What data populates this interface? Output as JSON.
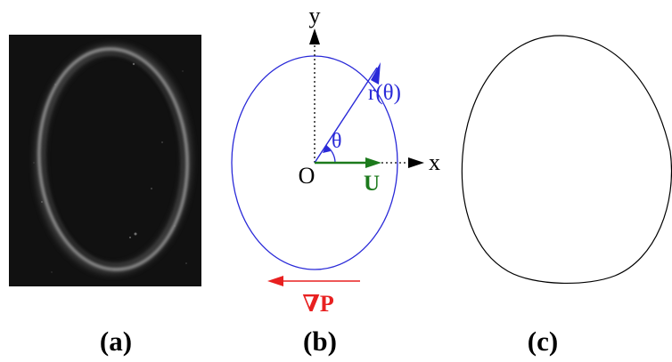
{
  "panels": {
    "a": {
      "label": "(a)"
    },
    "b": {
      "label": "(b)"
    },
    "c": {
      "label": "(c)"
    }
  },
  "diagram_b": {
    "axis_x_label": "x",
    "axis_y_label": "y",
    "origin_label": "O",
    "radius_label": "r(θ)",
    "angle_label": "θ",
    "velocity_label": "U",
    "pressure_gradient_label": "∇P"
  },
  "colors": {
    "ellipse_b": "#2a2ad8",
    "radius_vector": "#2a2ad8",
    "velocity_vector": "#1c7a1c",
    "pressure_gradient": "#e82020",
    "photo_background": "#111111",
    "outline_c": "#000000"
  }
}
